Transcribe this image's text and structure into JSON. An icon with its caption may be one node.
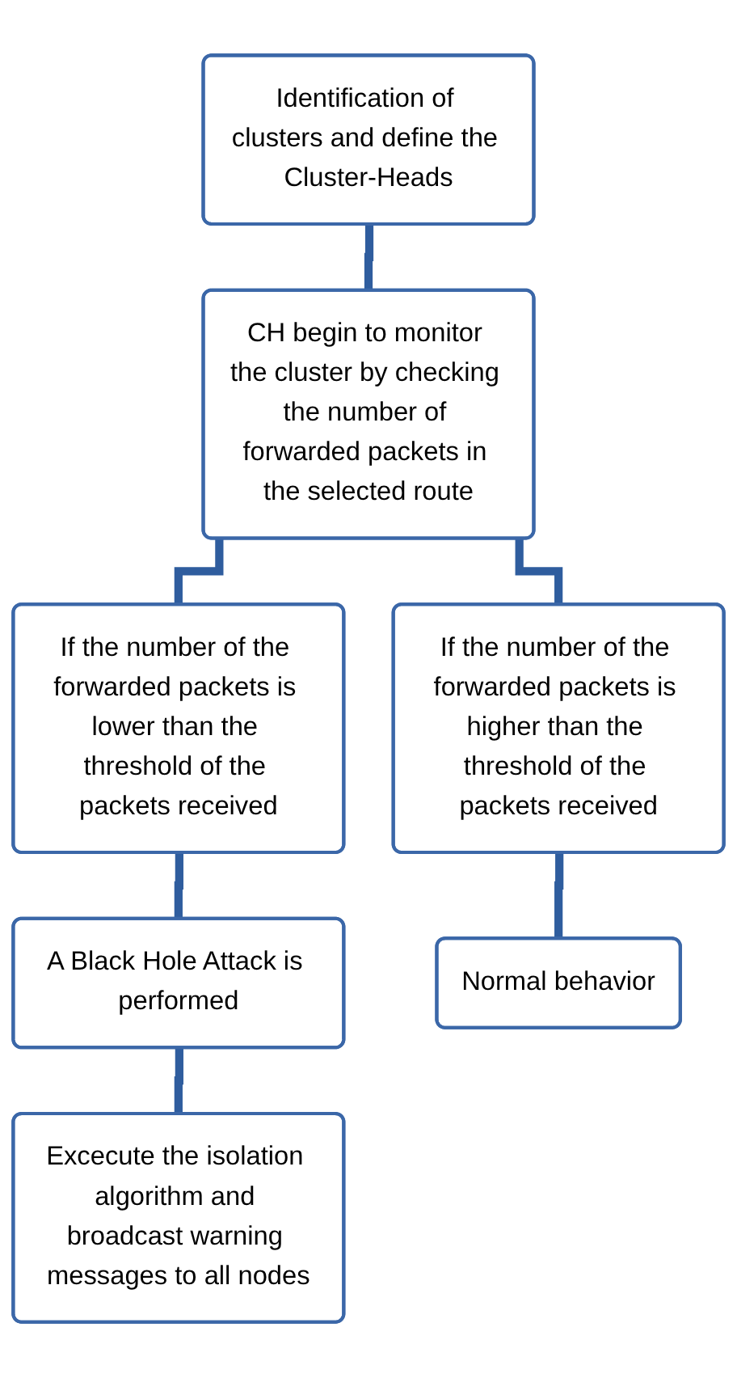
{
  "diagram": {
    "nodes": [
      {
        "text": [
          "Identification of clusters and define the Cluster-Heads"
        ]
      },
      {
        "text": [
          "CH begin to monitor the cluster by checking the number of forwarded packets in the selected route"
        ]
      },
      {
        "text": [
          "If the number of the forwarded packets is lower than the threshold of the packets received"
        ]
      },
      {
        "text": [
          "If the number of the forwarded packets is higher than the threshold of the packets received"
        ]
      },
      {
        "text": [
          "A Black Hole Attack is performed"
        ]
      },
      {
        "text": [
          "Normal behavior"
        ]
      },
      {
        "text": [
          "Excecute the isolation algorithm and broadcast warning messages to all nodes"
        ]
      }
    ],
    "edges": [
      {
        "from": 0,
        "to": 1,
        "arrow": "none"
      },
      {
        "from": 1,
        "to": 2,
        "arrow": "none"
      },
      {
        "from": 1,
        "to": 3,
        "arrow": "none"
      },
      {
        "from": 2,
        "to": 4,
        "arrow": "none"
      },
      {
        "from": 3,
        "to": 5,
        "arrow": "none"
      },
      {
        "from": 4,
        "to": 6,
        "arrow": "none"
      }
    ]
  }
}
